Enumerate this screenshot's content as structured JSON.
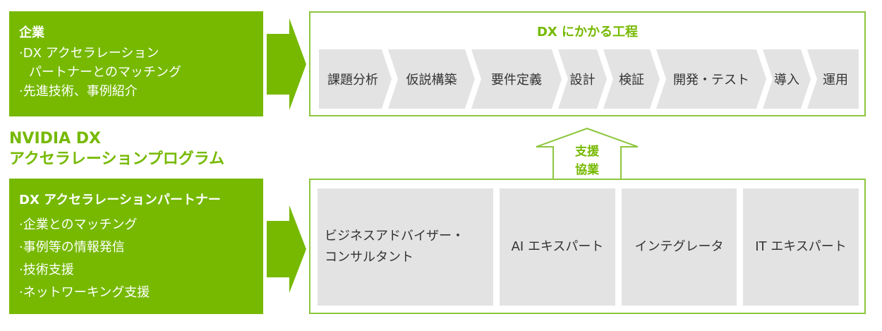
{
  "enterprise": {
    "title": "企業",
    "items": [
      {
        "line1": "DX アクセラレーション",
        "line2": "パートナーとのマッチング"
      },
      {
        "line1": "先進技術、事例紹介",
        "line2": ""
      }
    ]
  },
  "program": {
    "line1": "NVIDIA DX",
    "line2": "アクセラレーションプログラム"
  },
  "partner": {
    "title": "DX アクセラレーションパートナー",
    "items": [
      "企業とのマッチング",
      "事例等の情報発信",
      "技術支援",
      "ネットワーキング支援"
    ]
  },
  "process": {
    "title": "DX にかかる工程",
    "steps": [
      "課題分析",
      "仮説構築",
      "要件定義",
      "設計",
      "検証",
      "開発・テスト",
      "導入",
      "運用"
    ]
  },
  "support_arrow": {
    "line1": "支援",
    "line2": "協業"
  },
  "support": {
    "cells": [
      {
        "line1": "ビジネスアドバイザー・",
        "line2": "コンサルタント"
      },
      {
        "line1": "AI エキスパート",
        "line2": ""
      },
      {
        "line1": "インテグレータ",
        "line2": ""
      },
      {
        "line1": "IT エキスパート",
        "line2": ""
      }
    ]
  },
  "colors": {
    "accent_green": "#76b900",
    "chevron_gray": "#e3e3e3",
    "outline_green": "#8dc63f"
  }
}
